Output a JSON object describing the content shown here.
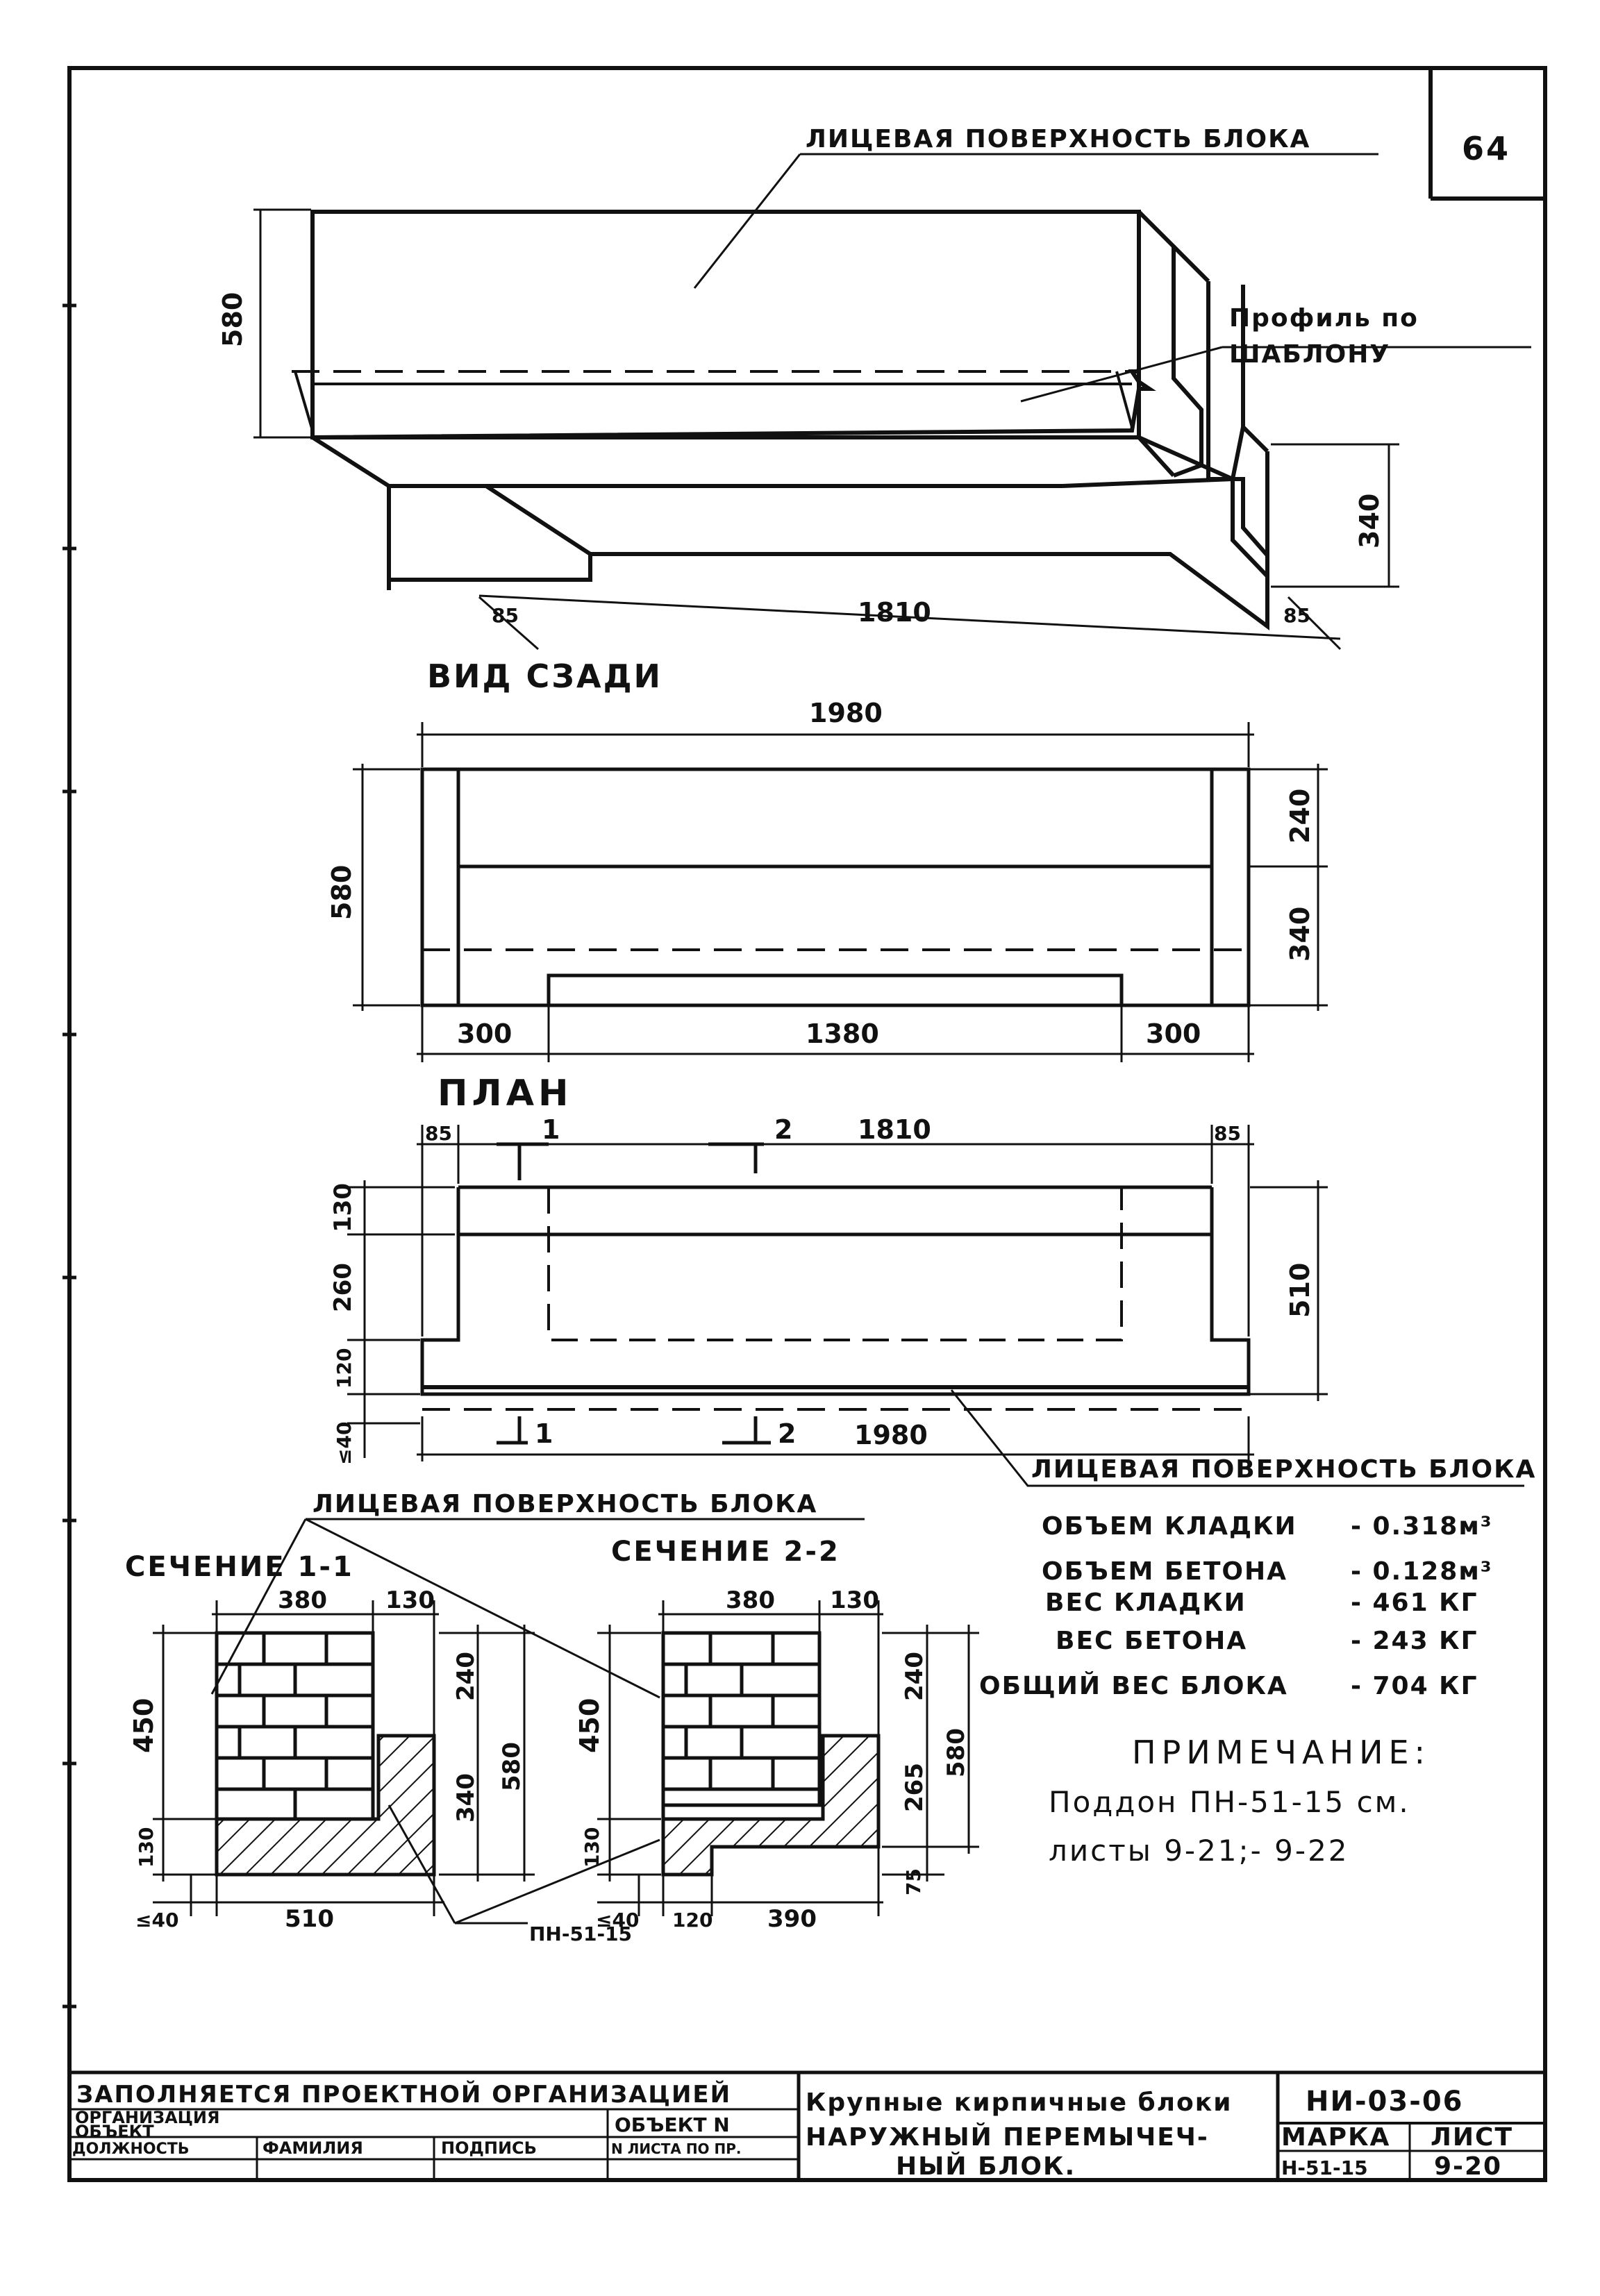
{
  "sheet_number": "64",
  "top_view": {
    "label_face": "ЛИЦЕВАЯ ПОВЕРХНОСТЬ БЛОКА",
    "label_profile_1": "Профиль по",
    "label_profile_2": "ШАБЛОНУ",
    "dim_height": "580",
    "dim_340": "340",
    "dim_85_left": "85",
    "dim_1810": "1810",
    "dim_85_right": "85"
  },
  "rear_view": {
    "title": "ВИД СЗАДИ",
    "dim_1980": "1980",
    "dim_580": "580",
    "dim_240": "240",
    "dim_340": "340",
    "dim_300_left": "300",
    "dim_1380": "1380",
    "dim_300_right": "300"
  },
  "plan": {
    "title": "ПЛАН",
    "dim_85_left": "85",
    "dim_85_right": "85",
    "dim_1810": "1810",
    "cut_1": "1",
    "cut_2": "2",
    "dim_130": "130",
    "dim_260": "260",
    "dim_120": "120",
    "dim_40": "≤40",
    "dim_510": "510",
    "dim_1980": "1980",
    "label_face": "ЛИЦЕВАЯ ПОВЕРХНОСТЬ БЛОКА"
  },
  "sections": {
    "label_face": "ЛИЦЕВАЯ ПОВЕРХНОСТЬ БЛОКА",
    "section_1_title": "СЕЧЕНИЕ 1-1",
    "section_2_title": "СЕЧЕНИЕ 2-2",
    "s1_dim_380": "380",
    "s1_dim_130": "130",
    "s1_dim_450": "450",
    "s1_dim_130_left": "130",
    "s1_dim_240": "240",
    "s1_dim_340": "340",
    "s1_dim_580": "580",
    "s1_dim_40": "≤40",
    "s1_dim_510": "510",
    "s2_dim_380": "380",
    "s2_dim_130": "130",
    "s2_dim_450": "450",
    "s2_dim_130_left": "130",
    "s2_dim_240": "240",
    "s2_dim_265": "265",
    "s2_dim_580": "580",
    "s2_dim_75": "75",
    "s2_dim_40": "≤40",
    "s2_dim_120": "120",
    "s2_dim_390": "390",
    "pallet_label": "ПН-51-15"
  },
  "specs": [
    {
      "label": "ОБЪЕМ КЛАДКИ",
      "value": "- 0.318м³"
    },
    {
      "label": "ОБЪЕМ БЕТОНА",
      "value": "- 0.128м³"
    },
    {
      "label": "ВЕС КЛАДКИ",
      "value": "- 461 КГ"
    },
    {
      "label": "ВЕС БЕТОНА",
      "value": "- 243 КГ"
    },
    {
      "label": "ОБЩИЙ ВЕС БЛОКА",
      "value": "- 704 КГ"
    }
  ],
  "note": {
    "heading": "ПРИМЕЧАНИЕ:",
    "line_1": "Поддон ПН-51-15 см.",
    "line_2": "листы 9-21;- 9-22"
  },
  "title_block": {
    "filled_by": "ЗАПОЛНЯЕТСЯ ПРОЕКТНОЙ ОРГАНИЗАЦИЕЙ",
    "organization": "ОРГАНИЗАЦИЯ",
    "object": "ОБЪЕКТ",
    "object_no": "ОБЪЕКТ N",
    "position": "ДОЛЖНОСТЬ",
    "surname": "ФАМИЛИЯ",
    "signature": "ПОДПИСЬ",
    "sheet_no": "N ЛИСТА ПО ПР.",
    "title_1": "Крупные кирпичные блоки",
    "code": "НИ-03-06",
    "title_2": "НАРУЖНЫЙ ПЕРЕМЫЧЕЧ-",
    "title_3": "НЫЙ БЛОК.",
    "mark_label": "МАРКА",
    "sheet_label": "ЛИСТ",
    "mark_value": "Н-51-15",
    "sheet_value": "9-20"
  },
  "colors": {
    "ink": "#111111",
    "paper": "#ffffff"
  }
}
